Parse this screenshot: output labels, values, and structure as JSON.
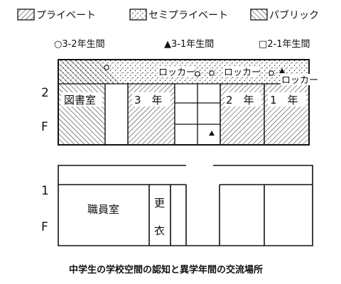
{
  "legend": {
    "private": "プライベート",
    "semi_private": "セミプライベート",
    "public": "パブリック"
  },
  "markers": {
    "m32": "○3-2年生間",
    "m31": "▲3-1年生間",
    "m21": "□2-1年生間"
  },
  "floor2": {
    "level": "2",
    "level_suffix": "F",
    "library": "図書室",
    "grade3": "3　年",
    "grade2": "2　年",
    "grade1": "1　年",
    "locker1": "ロッカー",
    "locker2": "ロッカー",
    "locker3": "ロッカー"
  },
  "floor1": {
    "level": "1",
    "level_suffix": "F",
    "staff_room": "職員室",
    "changing_1": "更",
    "changing_2": "衣"
  },
  "caption": "中学生の学校空間の認知と異学年間の交流場所"
}
